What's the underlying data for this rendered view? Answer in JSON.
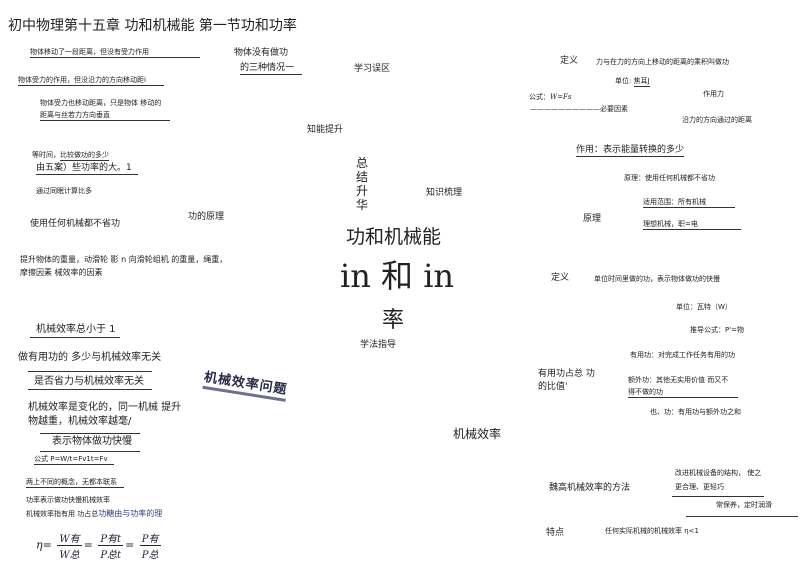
{
  "title": "初中物理第十五章  功和机械能  第一节功和功率",
  "left": {
    "n1": "物体移动了一段距离，但没有受力作用",
    "n2": "物体受力的作用，但没沿力的方向移动距i",
    "n3a": "物体受力也移动距离，只是物体  移动的",
    "n3b": "距离与丝若力方向垂直",
    "cases_a": "物体没有做功",
    "cases_b": "的三种情况一",
    "same_time": "等时间，",
    "same_time_u": "比较做功的多少",
    "by_five": "由五案）些功率的大。1",
    "by_time": "通过同眠计算比多",
    "no_save": "使用任何机械都不省功",
    "principle": "功的原理",
    "raise_a": "提升物体的重量，动滑轮  影 n 向滑轮组机  的重量，绳重，",
    "raise_b": "摩擦因素  械效率的因素",
    "less_than_1": "机械效率总小于 1",
    "work_amount": "做有用功的 多少与机械效率无关",
    "save_effort": "是否省力与机械效率无关",
    "variable_a": "机械效率是变化的，同一机械  提升",
    "variable_b": "物越重，机械效率越毫/",
    "speed": "表示物体做功快慢",
    "formula_line": "公式  P=W/t=Fv1t=Fv",
    "diff_concept": "两上不同的概念，无都本联系",
    "power_def": "功率表示做功快慢",
    "power_def2": "机械效率",
    "eff_def": "机械效率指有用 功占总",
    "eff_def_blue": "功糖由与功率的理",
    "stamp": "机械效率问题"
  },
  "center": {
    "study": "学习误区",
    "improve": "知能提升",
    "summary": "总\n结\n升\n华",
    "knowledge": "知识梳理",
    "main_title": "功和机械能",
    "big_in": "in 和 in",
    "rate": "率",
    "method": "学法指导",
    "efficiency": "机械效率"
  },
  "right": {
    "def_label": "定义",
    "def_text": "力与在力的方向上移动的距离的乘积叫做功",
    "unit_label": "单位:",
    "unit_val": "焦耳J",
    "formula": "公式：",
    "formula_val": "W=Fs",
    "need_cond": "——————————必要因素",
    "force_act": "作用力",
    "dir_dist": "沿力的方向通过的距离",
    "effect": "作用：表示能量转换的多少",
    "principle_text": "原理：使用任何机械都不省功",
    "scope": "适用范围：所有机械",
    "principle_label": "原理",
    "ideal": "理想机械，职=电",
    "def2_label": "定义",
    "def2_text": "单位时间里做的功，表示物体做功的快慢",
    "unit2": "单位：瓦特（W）",
    "derive": "推导公式：P'=物",
    "useful": "有用功：对完成工作任务有用的功",
    "useful_ratio_a": "有用功占总  功",
    "useful_ratio_b": "的比值'",
    "extra_a": "额外功：其他无实用价值  而又不",
    "extra_b": "得不做的功",
    "total": "也、功：有用功与额外功之和",
    "improve_method": "魏高机械效率的方法",
    "improve_a": "改进机械设备的结构，  使之",
    "improve_b": "更合理、更轻巧",
    "maintain": "常保养，定时润滑",
    "feature": "特点",
    "feature_text": "任何实际机械的机械效率 η<1"
  },
  "chart_formula": {
    "eta": "η=",
    "n1": "W有",
    "d1": "W总",
    "n2": "P有t",
    "d2": "P总t",
    "n3": "P有",
    "d3": "P总"
  }
}
